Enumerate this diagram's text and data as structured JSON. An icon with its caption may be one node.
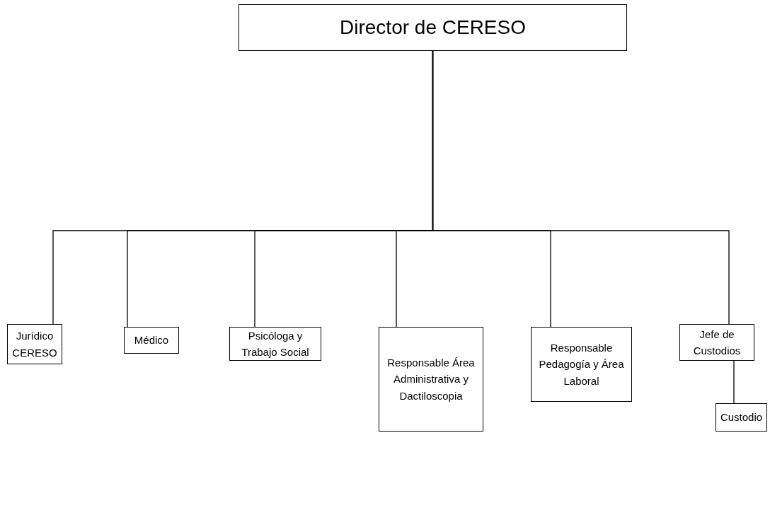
{
  "diagram": {
    "nodes": [
      {
        "text": [
          "Director de CERESO"
        ]
      },
      {
        "text": [
          "Jurídico CERESO"
        ]
      },
      {
        "text": [
          "Médico"
        ]
      },
      {
        "text": [
          "Psicóloga y Trabajo Social"
        ]
      },
      {
        "text": [
          "Responsable Área Administrativa y Dactiloscopia"
        ]
      },
      {
        "text": [
          "Responsable Pedagogía y Área Laboral"
        ]
      },
      {
        "text": [
          "Jefe de Custodios"
        ]
      },
      {
        "text": [
          "Custodio"
        ]
      }
    ],
    "edges": [
      {
        "from": 0,
        "to": 1,
        "arrow": "none"
      },
      {
        "from": 0,
        "to": 2,
        "arrow": "none"
      },
      {
        "from": 0,
        "to": 3,
        "arrow": "none"
      },
      {
        "from": 0,
        "to": 4,
        "arrow": "none"
      },
      {
        "from": 0,
        "to": 5,
        "arrow": "none"
      },
      {
        "from": 0,
        "to": 6,
        "arrow": "none"
      },
      {
        "from": 6,
        "to": 7,
        "arrow": "none"
      }
    ]
  }
}
